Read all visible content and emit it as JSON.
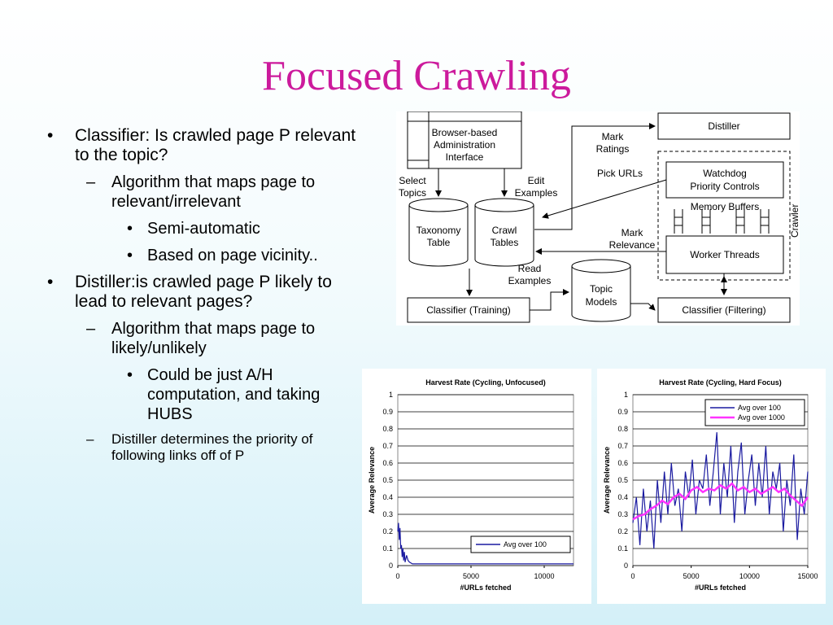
{
  "slide": {
    "title": "Focused Crawling",
    "bullets": [
      {
        "level": 1,
        "marker": "•",
        "text": "Classifier: Is crawled page P relevant to the topic?"
      },
      {
        "level": 2,
        "marker": "–",
        "text": "Algorithm that maps page to relevant/irrelevant"
      },
      {
        "level": 3,
        "marker": "•",
        "text": "Semi-automatic"
      },
      {
        "level": 3,
        "marker": "•",
        "text": "Based on page vicinity.."
      },
      {
        "level": 1,
        "marker": "•",
        "text": "Distiller:is crawled page P likely to lead to relevant pages?"
      },
      {
        "level": 2,
        "marker": "–",
        "text": "Algorithm that maps page to likely/unlikely"
      },
      {
        "level": 3,
        "marker": "•",
        "text": "Could be just A/H computation, and taking HUBS"
      },
      {
        "level": "2s",
        "marker": "–",
        "text": "Distiller determines the priority of following links off of P"
      }
    ]
  },
  "diagram": {
    "browser_box": [
      "Browser-based",
      "Administration",
      "Interface"
    ],
    "distiller": "Distiller",
    "watchdog": [
      "Watchdog",
      "Priority Controls"
    ],
    "memory_buffers": "Memory Buffers",
    "worker_threads": "Worker Threads",
    "crawler": "Crawler",
    "taxonomy": [
      "Taxonomy",
      "Table"
    ],
    "crawl_tables": [
      "Crawl",
      "Tables"
    ],
    "topic_models": [
      "Topic",
      "Models"
    ],
    "classifier_training": "Classifier (Training)",
    "classifier_filtering": "Classifier (Filtering)",
    "mark_ratings": [
      "Mark",
      "Ratings"
    ],
    "pick_urls": "Pick URLs",
    "select_topics": [
      "Select",
      "Topics"
    ],
    "edit_examples": [
      "Edit",
      "Examples"
    ],
    "mark_relevance": [
      "Mark",
      "Relevance"
    ],
    "read_examples": [
      "Read",
      "Examples"
    ]
  },
  "chart_data": [
    {
      "type": "line",
      "title": "Harvest Rate (Cycling, Unfocused)",
      "xlabel": "#URLs fetched",
      "ylabel": "Average Relevance",
      "xlim": [
        0,
        12000
      ],
      "ylim": [
        0,
        1
      ],
      "x_ticks": [
        "0",
        "5000",
        "10000"
      ],
      "y_ticks": [
        "0",
        "0.1",
        "0.2",
        "0.3",
        "0.4",
        "0.5",
        "0.6",
        "0.7",
        "0.8",
        "0.9",
        "1"
      ],
      "grid": true,
      "legend_position": "bottom-right",
      "series": [
        {
          "name": "Avg over 100",
          "color": "#1a1aa0",
          "x": [
            0,
            50,
            100,
            150,
            200,
            250,
            300,
            350,
            400,
            450,
            500,
            600,
            700,
            800,
            1000,
            1500,
            2000,
            3000,
            4000,
            5000,
            6000,
            7000,
            8000,
            9000,
            10000,
            11000,
            12000
          ],
          "y": [
            0.2,
            0.25,
            0.15,
            0.22,
            0.1,
            0.12,
            0.05,
            0.1,
            0.03,
            0.08,
            0.02,
            0.06,
            0.03,
            0.02,
            0.01,
            0.01,
            0.01,
            0.01,
            0.01,
            0.01,
            0.01,
            0.01,
            0.01,
            0.01,
            0.01,
            0.01,
            0.01
          ]
        }
      ]
    },
    {
      "type": "line",
      "title": "Harvest Rate (Cycling, Hard Focus)",
      "xlabel": "#URLs fetched",
      "ylabel": "Average Relevance",
      "xlim": [
        0,
        15000
      ],
      "ylim": [
        0,
        1
      ],
      "x_ticks": [
        "0",
        "5000",
        "10000",
        "15000"
      ],
      "y_ticks": [
        "0",
        "0.1",
        "0.2",
        "0.3",
        "0.4",
        "0.5",
        "0.6",
        "0.7",
        "0.8",
        "0.9",
        "1"
      ],
      "grid": true,
      "legend_position": "top-right",
      "series": [
        {
          "name": "Avg over 100",
          "color": "#1a1aa0",
          "x": [
            0,
            300,
            600,
            900,
            1200,
            1500,
            1800,
            2100,
            2400,
            2700,
            3000,
            3300,
            3600,
            3900,
            4200,
            4500,
            4800,
            5100,
            5400,
            5700,
            6000,
            6300,
            6600,
            6900,
            7200,
            7500,
            7800,
            8100,
            8400,
            8700,
            9000,
            9300,
            9600,
            9900,
            10200,
            10500,
            10800,
            11100,
            11400,
            11700,
            12000,
            12300,
            12600,
            12900,
            13200,
            13500,
            13800,
            14100,
            14400,
            14700,
            15000
          ],
          "y": [
            0.25,
            0.4,
            0.12,
            0.45,
            0.2,
            0.38,
            0.1,
            0.5,
            0.25,
            0.55,
            0.3,
            0.6,
            0.35,
            0.45,
            0.2,
            0.55,
            0.4,
            0.62,
            0.3,
            0.5,
            0.45,
            0.65,
            0.35,
            0.55,
            0.78,
            0.3,
            0.6,
            0.4,
            0.7,
            0.25,
            0.55,
            0.72,
            0.3,
            0.5,
            0.65,
            0.35,
            0.6,
            0.4,
            0.7,
            0.3,
            0.55,
            0.45,
            0.6,
            0.2,
            0.5,
            0.35,
            0.65,
            0.15,
            0.45,
            0.3,
            0.55
          ]
        },
        {
          "name": "Avg over 1000",
          "color": "#ff33ff",
          "x": [
            0,
            500,
            1000,
            1500,
            2000,
            2500,
            3000,
            3500,
            4000,
            4500,
            5000,
            5500,
            6000,
            6500,
            7000,
            7500,
            8000,
            8500,
            9000,
            9500,
            10000,
            10500,
            11000,
            11500,
            12000,
            12500,
            13000,
            13500,
            14000,
            14500,
            15000
          ],
          "y": [
            0.27,
            0.29,
            0.3,
            0.33,
            0.35,
            0.38,
            0.36,
            0.4,
            0.42,
            0.39,
            0.44,
            0.46,
            0.43,
            0.45,
            0.44,
            0.47,
            0.45,
            0.48,
            0.44,
            0.46,
            0.43,
            0.45,
            0.42,
            0.44,
            0.46,
            0.43,
            0.45,
            0.41,
            0.38,
            0.35,
            0.4
          ]
        }
      ]
    }
  ]
}
